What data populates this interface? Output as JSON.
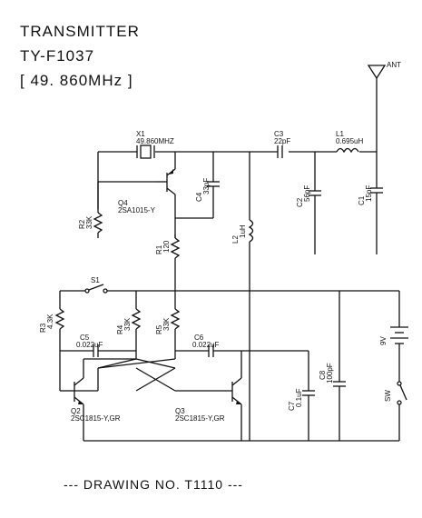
{
  "title": {
    "line1": "TRANSMITTER",
    "line2": "TY-F1037",
    "line3": "[ 49. 860MHz ]"
  },
  "antenna": {
    "label": "ANT"
  },
  "crystal": {
    "ref": "X1",
    "value": "49.860MHZ"
  },
  "q4": {
    "ref": "Q4",
    "part": "2SA1015-Y"
  },
  "c4": {
    "ref": "C4",
    "value": "33pF"
  },
  "c3": {
    "ref": "C3",
    "value": "22pF"
  },
  "l1": {
    "ref": "L1",
    "value": "0.695uH"
  },
  "c2": {
    "ref": "C2",
    "value": "56pF"
  },
  "c1": {
    "ref": "C1",
    "value": "15pF"
  },
  "r2": {
    "ref": "R2",
    "value": "33K"
  },
  "r1": {
    "ref": "R1",
    "value": "120"
  },
  "l2": {
    "ref": "L2",
    "value": "1uH"
  },
  "s1": {
    "ref": "S1"
  },
  "r3": {
    "ref": "R3",
    "value": "4.3K"
  },
  "r4": {
    "ref": "R4",
    "value": "33K"
  },
  "r5": {
    "ref": "R5",
    "value": "33K"
  },
  "c5": {
    "ref": "C5",
    "value": "0.022uF"
  },
  "c6": {
    "ref": "C6",
    "value": "0.022uF"
  },
  "c7": {
    "ref": "C7",
    "value": "0.1uF"
  },
  "c8": {
    "ref": "C8",
    "value": "100pF"
  },
  "battery": {
    "value": "9V"
  },
  "sw": {
    "ref": "SW"
  },
  "q2": {
    "ref": "Q2",
    "part": "2SC1815-Y,GR"
  },
  "q3": {
    "ref": "Q3",
    "part": "2SC1815-Y,GR"
  },
  "footer": {
    "drawing": "--- DRAWING NO. T1110 ---"
  }
}
